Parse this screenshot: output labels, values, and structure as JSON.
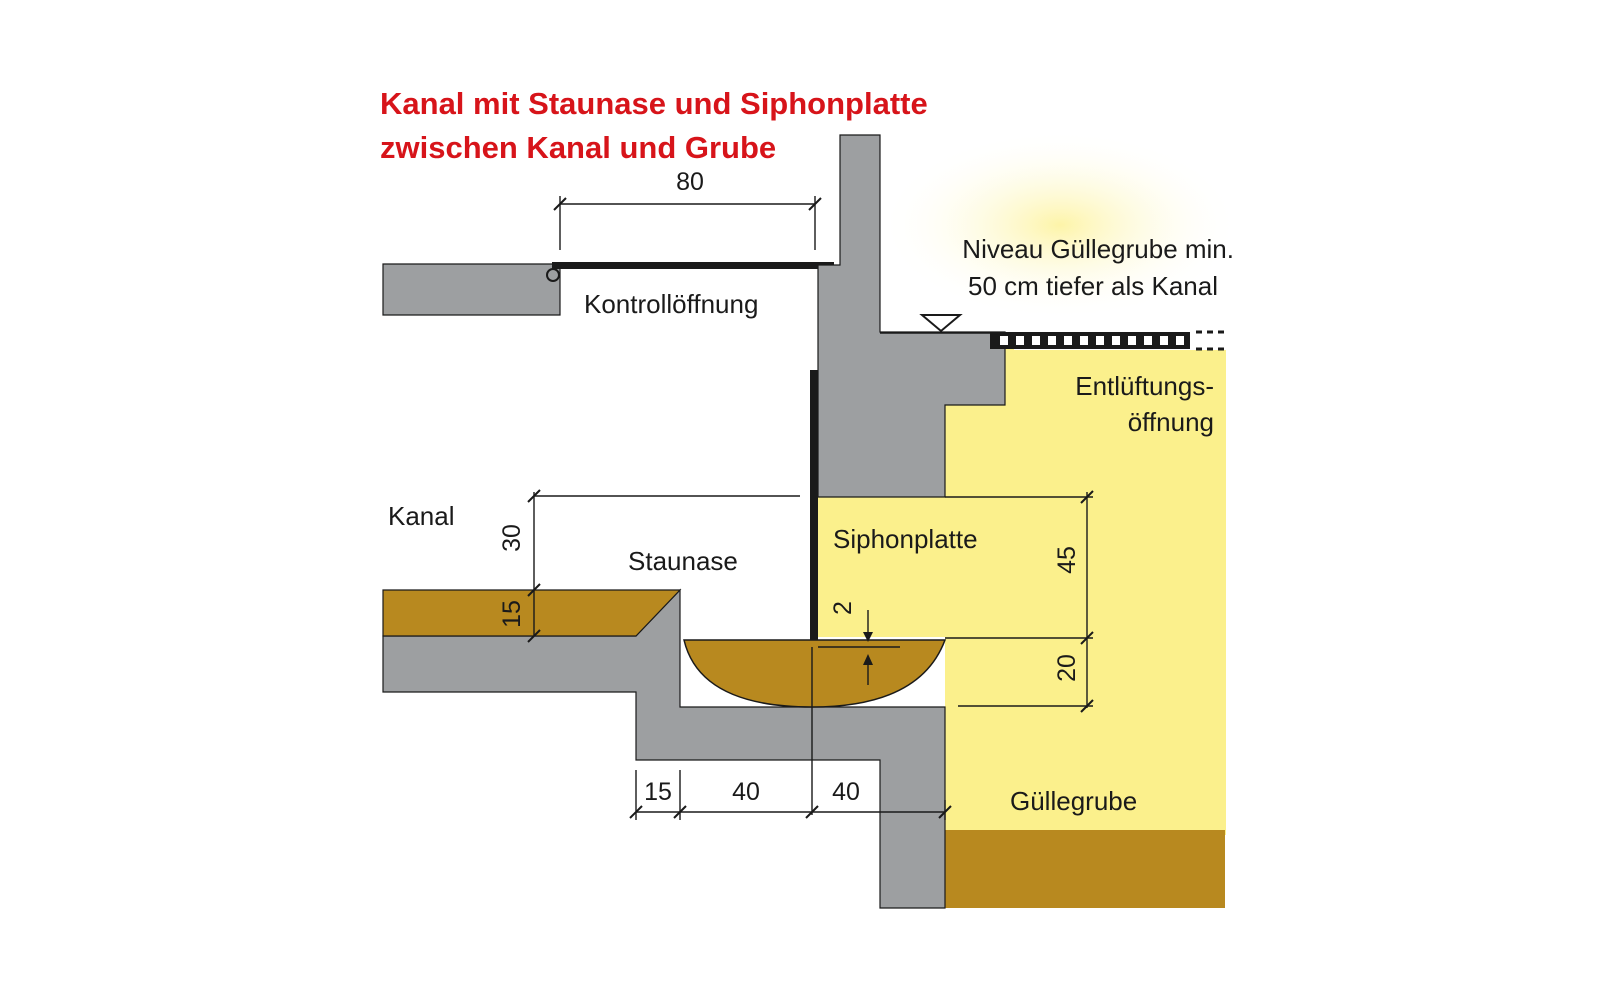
{
  "title": {
    "line1": "Kanal mit Staunase und Siphonplatte",
    "line2": "zwischen Kanal und Grube"
  },
  "labels": {
    "kontroll": "Kontrollöffnung",
    "niveau_line1": "Niveau Güllegrube min.",
    "niveau_line2": "50 cm tiefer als Kanal",
    "entl_line1": "Entlüftungs-",
    "entl_line2": "öffnung",
    "kanal": "Kanal",
    "staunase": "Staunase",
    "siphonplatte": "Siphonplatte",
    "guellegrube": "Güllegrube"
  },
  "dimensions": {
    "top_width": "80",
    "weir_height": "30",
    "manure_depth": "15",
    "plate_gap": "2",
    "pit_height_upper": "45",
    "pit_height_lower": "20",
    "bottom_a": "15",
    "bottom_b": "40",
    "bottom_c": "40"
  },
  "colors": {
    "title": "#d7141a",
    "concrete": "#9d9fa1",
    "manure": "#b8891f",
    "pit_fill": "#fbf08c",
    "glow": "#fdf6c0",
    "line": "#1a1a1a"
  }
}
